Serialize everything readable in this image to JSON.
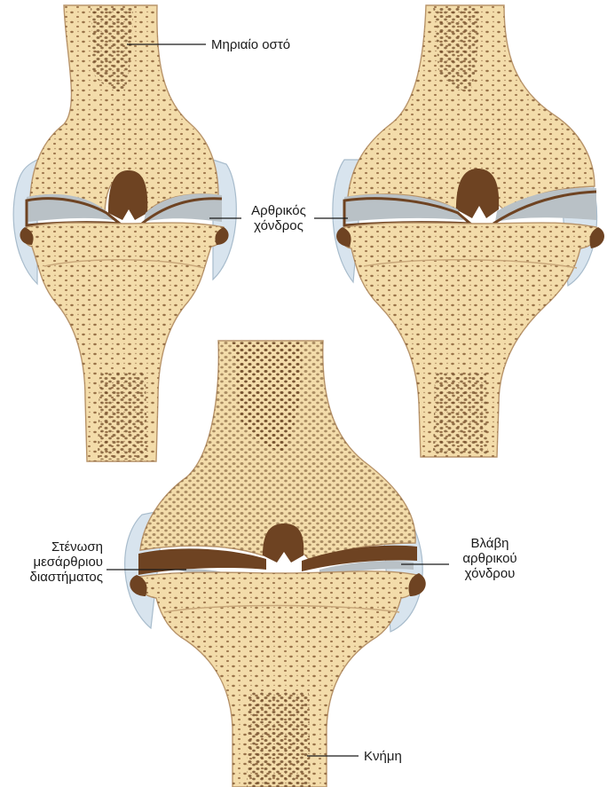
{
  "labels": {
    "femur": "Μηριαίο οστό",
    "cartilage": [
      "Αρθρικός",
      "χόνδρος"
    ],
    "narrowing": [
      "Στένωση",
      "μεσάρθριου",
      "διαστήματος"
    ],
    "damage": [
      "Βλάβη",
      "αρθρικού",
      "χόνδρου"
    ],
    "tibia": "Κνήμη"
  },
  "colors": {
    "bone": "#f3dcaa",
    "bone_outline": "#b8946a",
    "pore": "#7c5530",
    "marrow": "#8a5e36",
    "cartilage": "#b9c1c6",
    "capsule": "#d6e2ec",
    "capsule_edge": "#9fb4c6",
    "joint_gap": "#6e4322",
    "leader": "#1a1a1a"
  }
}
